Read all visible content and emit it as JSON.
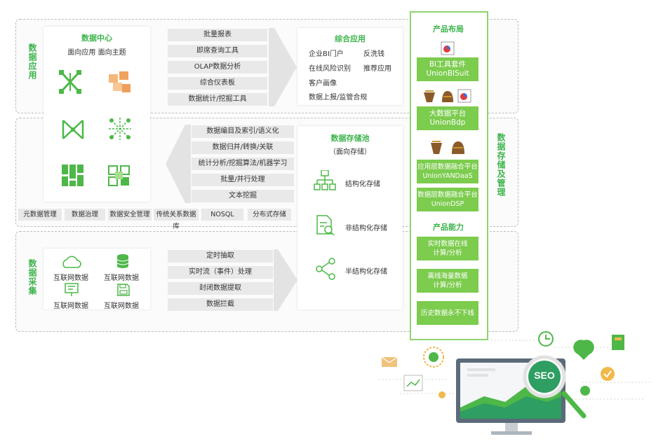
{
  "layers": {
    "application": "数据应用",
    "storage": "数据存储及管理",
    "collection": "数据采集"
  },
  "data_center": {
    "title": "数据中心",
    "subtitle": "面向应用  面向主题"
  },
  "analysis_tools": [
    "批量报表",
    "即席查询工具",
    "OLAP数据分析",
    "综合仪表板",
    "数据统计/挖掘工具"
  ],
  "integrated_apps": {
    "title": "综合应用",
    "items": [
      "企业BI门户",
      "反洗钱",
      "在线风险识别",
      "推荐应用",
      "客户画像",
      "数据上报/监管合规"
    ]
  },
  "processing": [
    "数据编目及索引/语义化",
    "数据归并/转换/关联",
    "统计分析/挖掘算法/机器学习",
    "批量/并行处理",
    "文本挖掘"
  ],
  "storage_pool": {
    "title": "数据存储池",
    "subtitle": "（面向存储）",
    "items": [
      "结构化存储",
      "非结构化存储",
      "半结构化存储"
    ]
  },
  "management": [
    "元数据管理",
    "数据治理",
    "数据安全管理",
    "传统关系数据库",
    "NOSQL",
    "分布式存储"
  ],
  "sources": [
    "互联网数据",
    "互联网数据",
    "互联网数据",
    "互联网数据"
  ],
  "collection_methods": [
    "定时抽取",
    "实时流（事件）处理",
    "封闭数据提取",
    "数据拦截"
  ],
  "product_layout": {
    "title": "产品布局",
    "products": [
      {
        "name": "BI工具套件",
        "code": "UnionBISuit"
      },
      {
        "name": "大数据平台",
        "code": "UnionBdp"
      },
      {
        "name": "应用层数据融合平台",
        "code": "UnionYANDaaS"
      },
      {
        "name": "数据层数据融合平台",
        "code": "UnionDSP"
      }
    ]
  },
  "product_capability": {
    "title": "产品能力",
    "items": [
      {
        "line1": "实时数据在线",
        "line2": "计算/分析"
      },
      {
        "line1": "离线海量数据",
        "line2": "计算/分析"
      },
      {
        "line1": "历史数据永不下线",
        "line2": ""
      }
    ]
  },
  "seo_badge": "SEO",
  "colors": {
    "accent": "#3cb44b",
    "product_box": "#7ccc4e",
    "bar": "#e9e9e9"
  }
}
